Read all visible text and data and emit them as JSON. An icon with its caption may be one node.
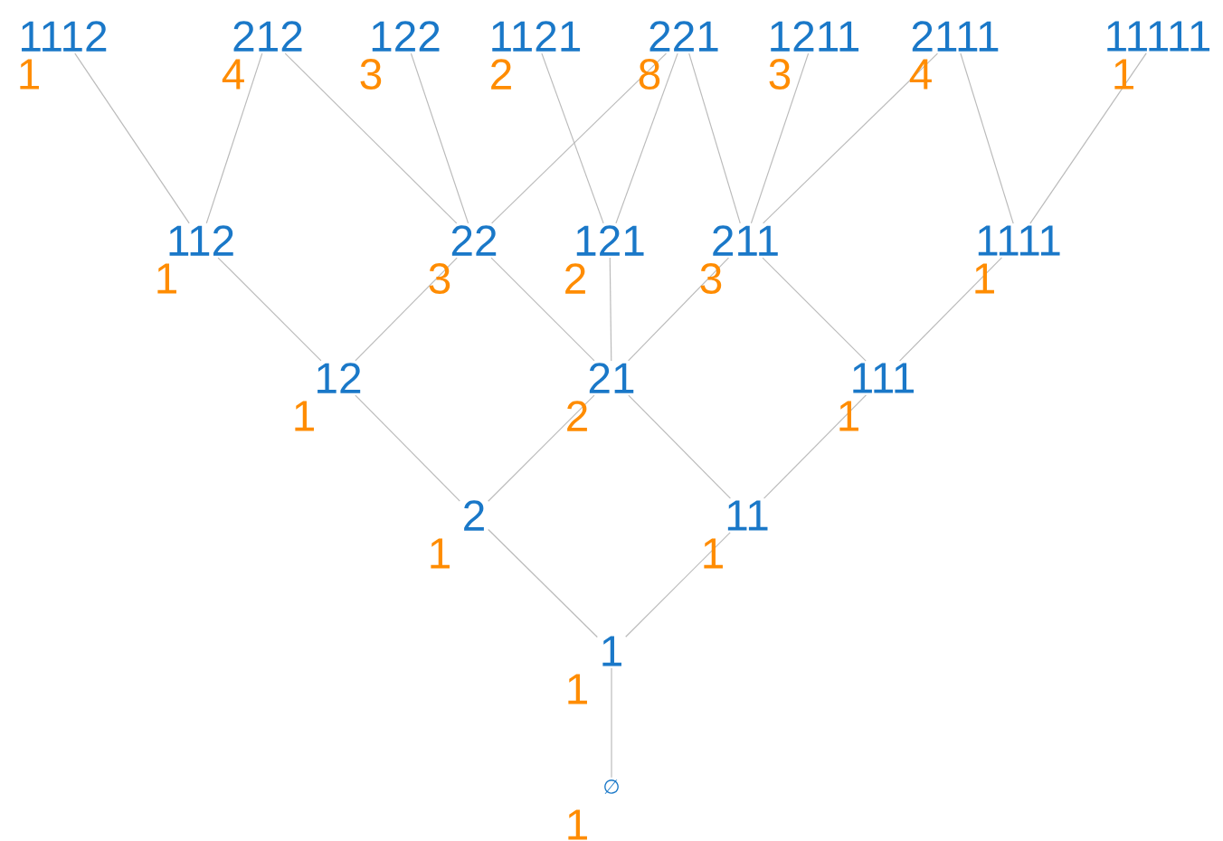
{
  "diagram": {
    "nodes": [
      {
        "text": [
          "1112"
        ],
        "beside": [
          "1"
        ]
      },
      {
        "text": [
          "212"
        ],
        "beside": [
          "4"
        ]
      },
      {
        "text": [
          "122"
        ],
        "beside": [
          "3"
        ]
      },
      {
        "text": [
          "1121"
        ],
        "beside": [
          "2"
        ]
      },
      {
        "text": [
          "221"
        ],
        "beside": [
          "8"
        ]
      },
      {
        "text": [
          "1211"
        ],
        "beside": [
          "3"
        ]
      },
      {
        "text": [
          "2111"
        ],
        "beside": [
          "4"
        ]
      },
      {
        "text": [
          "11111"
        ],
        "beside": [
          "1"
        ]
      },
      {
        "text": [
          "112"
        ],
        "beside": [
          "1"
        ]
      },
      {
        "text": [
          "22"
        ],
        "beside": [
          "3"
        ]
      },
      {
        "text": [
          "121"
        ],
        "beside": [
          "2"
        ]
      },
      {
        "text": [
          "211"
        ],
        "beside": [
          "3"
        ]
      },
      {
        "text": [
          "1111"
        ],
        "beside": [
          "1"
        ]
      },
      {
        "text": [
          "12"
        ],
        "beside": [
          "1"
        ]
      },
      {
        "text": [
          "21"
        ],
        "beside": [
          "2"
        ]
      },
      {
        "text": [
          "111"
        ],
        "beside": [
          "1"
        ]
      },
      {
        "text": [
          "2"
        ],
        "beside": [
          "1"
        ]
      },
      {
        "text": [
          "11"
        ],
        "beside": [
          "1"
        ]
      },
      {
        "text": [
          "1"
        ],
        "beside": [
          "1"
        ]
      },
      {
        "text": [
          "∅"
        ],
        "beside": [
          "1"
        ]
      }
    ],
    "edges": [
      {
        "from": 19,
        "to": 18,
        "arrow": "none"
      },
      {
        "from": 18,
        "to": 16,
        "arrow": "none"
      },
      {
        "from": 18,
        "to": 17,
        "arrow": "none"
      },
      {
        "from": 16,
        "to": 13,
        "arrow": "none"
      },
      {
        "from": 16,
        "to": 14,
        "arrow": "none"
      },
      {
        "from": 17,
        "to": 14,
        "arrow": "none"
      },
      {
        "from": 17,
        "to": 15,
        "arrow": "none"
      },
      {
        "from": 13,
        "to": 8,
        "arrow": "none"
      },
      {
        "from": 13,
        "to": 9,
        "arrow": "none"
      },
      {
        "from": 14,
        "to": 9,
        "arrow": "none"
      },
      {
        "from": 14,
        "to": 10,
        "arrow": "none"
      },
      {
        "from": 14,
        "to": 11,
        "arrow": "none"
      },
      {
        "from": 15,
        "to": 11,
        "arrow": "none"
      },
      {
        "from": 15,
        "to": 12,
        "arrow": "none"
      },
      {
        "from": 8,
        "to": 0,
        "arrow": "none"
      },
      {
        "from": 8,
        "to": 1,
        "arrow": "none"
      },
      {
        "from": 9,
        "to": 1,
        "arrow": "none"
      },
      {
        "from": 9,
        "to": 2,
        "arrow": "none"
      },
      {
        "from": 9,
        "to": 4,
        "arrow": "none"
      },
      {
        "from": 10,
        "to": 3,
        "arrow": "none"
      },
      {
        "from": 10,
        "to": 4,
        "arrow": "none"
      },
      {
        "from": 11,
        "to": 4,
        "arrow": "none"
      },
      {
        "from": 11,
        "to": 5,
        "arrow": "none"
      },
      {
        "from": 11,
        "to": 6,
        "arrow": "none"
      },
      {
        "from": 12,
        "to": 6,
        "arrow": "none"
      },
      {
        "from": 12,
        "to": 7,
        "arrow": "none"
      }
    ]
  }
}
